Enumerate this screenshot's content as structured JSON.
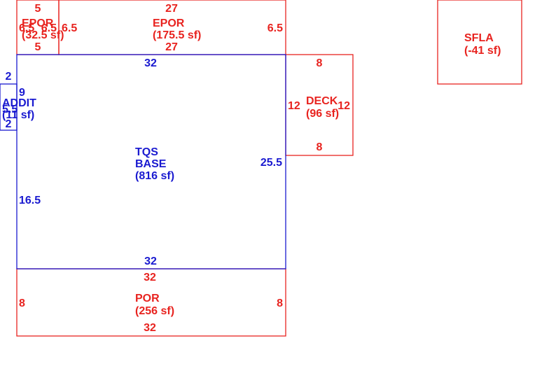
{
  "colors": {
    "exterior": "#e8231f",
    "living": "#1a1ad0",
    "background": "#ffffff"
  },
  "areas": {
    "epor_small": {
      "name": "EPOR",
      "area": "(32.5 sf)",
      "dims": {
        "top": "5",
        "bottom": "5",
        "left": "6.5",
        "right": "6.5"
      }
    },
    "epor_large": {
      "name": "EPOR",
      "area": "(175.5 sf)",
      "dims": {
        "top": "27",
        "bottom": "27",
        "left": "6.5",
        "right": "6.5"
      }
    },
    "addit": {
      "name": "ADDIT",
      "area": "(11 sf)",
      "dims": {
        "top": "2",
        "bottom": "2",
        "left": "5.5",
        "right": "9"
      }
    },
    "base": {
      "name_line1": "TQS",
      "name_line2": "BASE",
      "area": "(816 sf)",
      "dims": {
        "top": "32",
        "bottom": "32",
        "left": "16.5",
        "right": "25.5"
      }
    },
    "deck": {
      "name": "DECK",
      "area": "(96 sf)",
      "dims": {
        "top": "8",
        "bottom": "8",
        "left": "12",
        "right": "12"
      }
    },
    "por": {
      "name": "POR",
      "area": "(256 sf)",
      "dims": {
        "top": "32",
        "bottom": "32",
        "left": "8",
        "right": "8"
      }
    },
    "sfla": {
      "name": "SFLA",
      "area": "(-41 sf)"
    }
  }
}
